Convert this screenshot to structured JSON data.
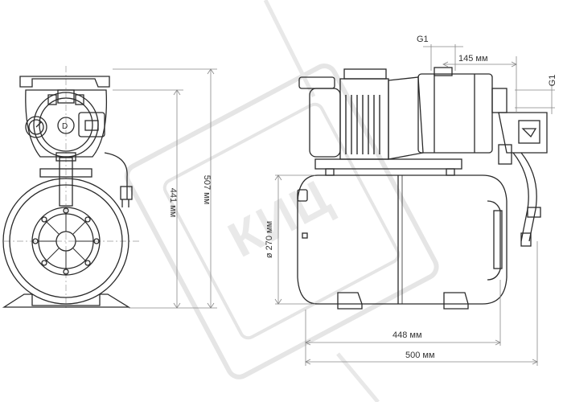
{
  "watermark": {
    "text": "КИЦ",
    "color": "#e6e6e6"
  },
  "dimensions": {
    "g1_top": "G1",
    "g1_side": "G1",
    "outlet_offset": "145 мм",
    "diameter": "ø 270 мм",
    "width_448": "448 мм",
    "width_500": "500 мм",
    "height_441": "441 мм",
    "height_507": "507 мм"
  },
  "colors": {
    "line": "#2a2a2a",
    "dimline": "#888888",
    "text": "#333333"
  }
}
